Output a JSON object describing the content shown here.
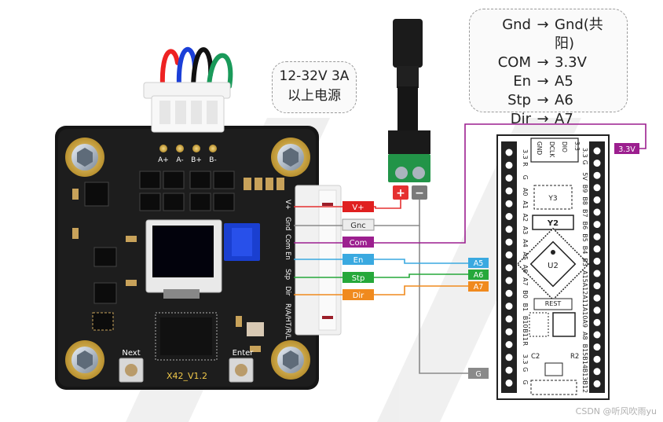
{
  "voltage_note": {
    "line1": "12-32V 3A",
    "line2": "以上电源"
  },
  "mapping": [
    {
      "from": "Gnd",
      "arrow": "→",
      "to": "Gnd(共阳)"
    },
    {
      "from": "COM",
      "arrow": "→",
      "to": "3.3V"
    },
    {
      "from": "En",
      "arrow": "→",
      "to": "A5"
    },
    {
      "from": "Stp",
      "arrow": "→",
      "to": "A6"
    },
    {
      "from": "Dir",
      "arrow": "→",
      "to": "A7"
    }
  ],
  "driver_board": {
    "version": "X42_V1.2",
    "button_next": "Next",
    "button_enter": "Enter",
    "motor_pins": [
      "A+",
      "A-",
      "B+",
      "B-"
    ],
    "header_pins": [
      "V+",
      "Gnd",
      "Com",
      "En",
      "Stp",
      "Dir",
      "R/A/H",
      "T/R/L"
    ]
  },
  "wire_tags": {
    "vplus": {
      "text": "V+",
      "color": "#e02020"
    },
    "gnc": {
      "text": "Gnc",
      "color": "#e6e6e6"
    },
    "com": {
      "text": "Com",
      "color": "#9c1f8f"
    },
    "en": {
      "text": "En",
      "color": "#3aa9e0"
    },
    "stp": {
      "text": "Stp",
      "color": "#26a83a"
    },
    "dir": {
      "text": "Dir",
      "color": "#f08a1e"
    }
  },
  "mcu_tags": {
    "v33": {
      "text": "3.3V",
      "color": "#9c1f8f"
    },
    "a5": {
      "text": "A5",
      "color": "#3aa9e0"
    },
    "a6": {
      "text": "A6",
      "color": "#26a83a"
    },
    "a7": {
      "text": "A7",
      "color": "#f08a1e"
    },
    "g": {
      "text": "G",
      "color": "#8a8a8a"
    }
  },
  "power_jack": {
    "plus": "+",
    "minus": "−"
  },
  "mcu_board": {
    "chip": "U2",
    "crystal": "Y2",
    "crystal2": "Y3",
    "reset": "REST",
    "cap1": "C2",
    "res1": "R2",
    "top_pins": [
      "GND",
      "DCLK",
      "DIO",
      "3.3"
    ],
    "left_pins": [
      "3.3",
      "R",
      "G",
      "A0",
      "A1",
      "A2",
      "A3",
      "A4",
      "A5",
      "A6",
      "A7",
      "B0",
      "B1",
      "B10",
      "B11",
      "R",
      "3.3",
      "G",
      "G"
    ],
    "right_pins": [
      "3.3",
      "G",
      "5V",
      "B9",
      "B8",
      "B7",
      "B6",
      "B5",
      "B4",
      "B3",
      "A15",
      "A12",
      "A11",
      "A10",
      "A9",
      "A8",
      "B15",
      "B14",
      "B13",
      "B12"
    ]
  },
  "watermark": "CSDN @听风吹雨yu"
}
